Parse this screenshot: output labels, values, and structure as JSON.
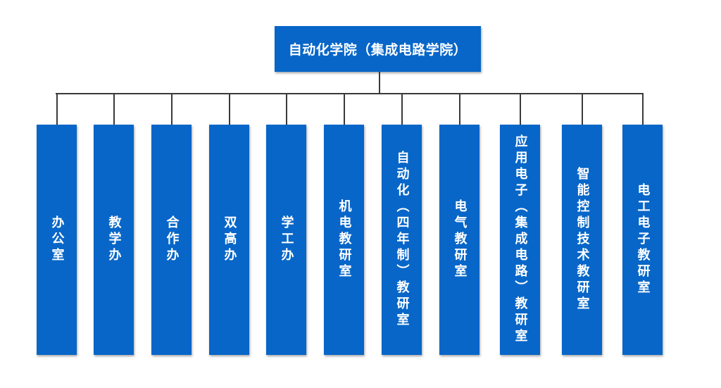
{
  "root": {
    "label": "自动化学院（集成电路学院）"
  },
  "departments": [
    "办公室",
    "教学办",
    "合作办",
    "双高办",
    "学工办",
    "机电教研室",
    "自动化（四年制）教研室",
    "电气教研室",
    "应用电子（集成电路）教研室",
    "智能控制技术教研室",
    "电工电子教研室"
  ],
  "colors": {
    "box": "#0766c8",
    "text": "#ffffff",
    "connector": "#3a3a3a"
  }
}
